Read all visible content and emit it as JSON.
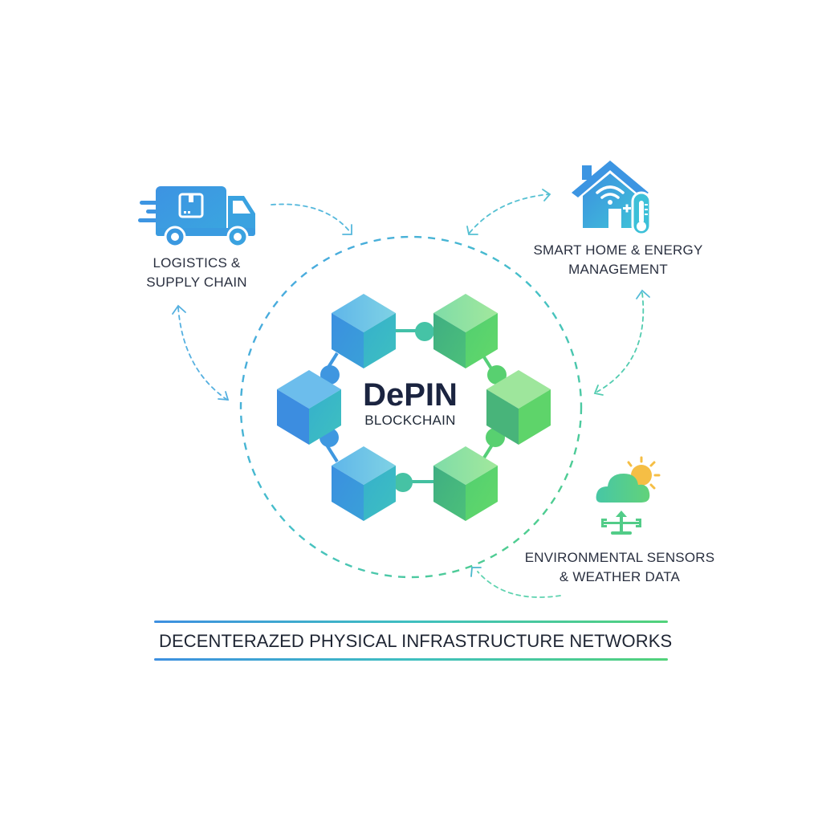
{
  "diagram": {
    "title": "DePIN",
    "subtitle": "BLOCKCHAIN",
    "banner": "DECENTERAZED PHYSICAL INFRASTRUCTURE NETWORKS",
    "nodes": [
      {
        "id": "logistics",
        "icon": "delivery-truck-icon",
        "lines": [
          "LOGISTICS &",
          "SUPPLY CHAIN"
        ]
      },
      {
        "id": "smart-home",
        "icon": "smart-home-thermometer-icon",
        "lines": [
          "SMART HOME & ENERGY",
          "MANAGEMENT"
        ]
      },
      {
        "id": "environment",
        "icon": "cloud-sun-weather-vane-icon",
        "lines": [
          "ENVIRONMENTAL SENSORS",
          "& WEATHER DATA"
        ]
      }
    ],
    "blockchain_blocks": 6,
    "colors": {
      "blue": "#3b8fe0",
      "teal": "#3fbfbf",
      "green": "#52d27a",
      "sun": "#f5be45",
      "text_dark": "#1b2440"
    }
  }
}
